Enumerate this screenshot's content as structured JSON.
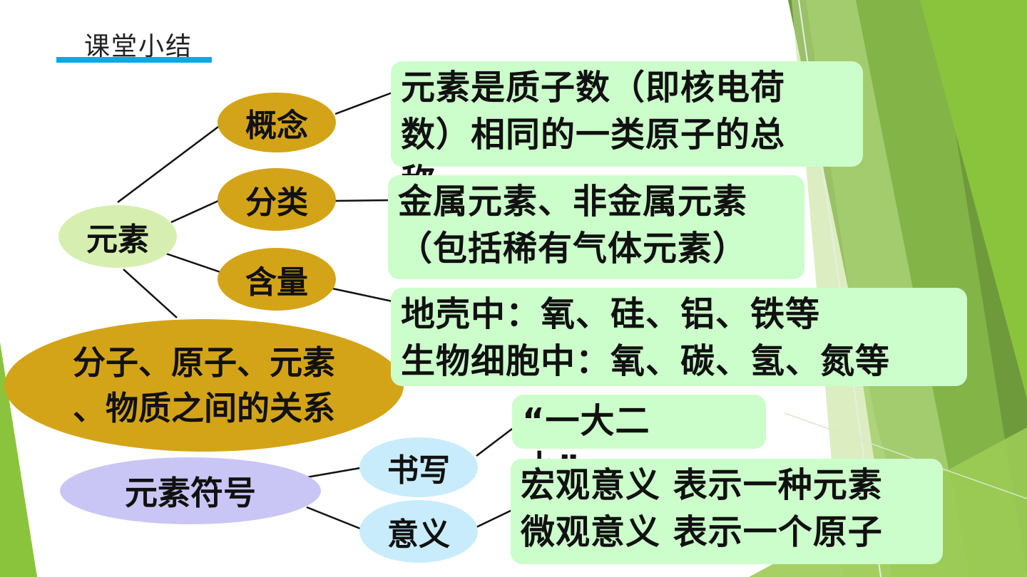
{
  "title": "课堂小结",
  "colors": {
    "accent_underline": "#10a8e0",
    "gold_node": "#d4a418",
    "root_node": "#d6efb0",
    "symbol_node": "#c9c6f6",
    "sub_node": "#c8ecfb",
    "text_box": "#ccfecb",
    "deco_green_dark": "#6e9a3c",
    "deco_green_light": "#8ac43c"
  },
  "nodes": {
    "root": "元素",
    "concept": "概念",
    "classification": "分类",
    "content": "含量",
    "relation": "分子、原子、元素\n、物质之间的关系",
    "symbol": "元素符号",
    "writing": "书写",
    "meaning": "意义"
  },
  "boxes": {
    "concept": "元素是质子数（即核电荷\n数）相同的一类原子的总\n称",
    "classification": "金属元素、非金属元素\n（包括稀有气体元素）",
    "content": "地壳中：氧、硅、铝、铁等\n生物细胞中：氧、碳、氢、氮等",
    "writing": "“一大二\n小”",
    "meaning": "宏观意义  表示一种元素\n微观意义  表示一个原子"
  }
}
